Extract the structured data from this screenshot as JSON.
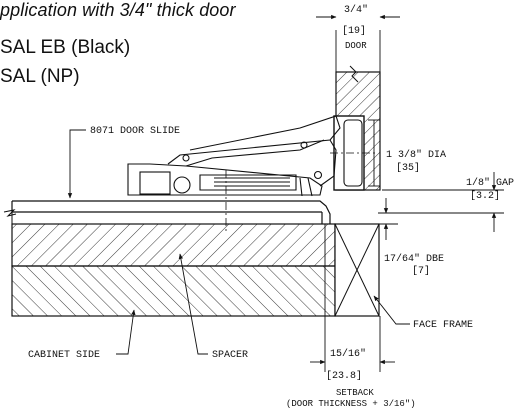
{
  "heading": {
    "title": "pplication with 3/4\" thick door",
    "line2": "SAL EB (Black)",
    "line3": "SAL (NP)"
  },
  "labels": {
    "door_thickness": "3/4\"",
    "door_thickness_mm": "[19]",
    "door": "DOOR",
    "door_slide": "8071 DOOR SLIDE",
    "dia": "1 3/8\" DIA",
    "dia_mm": "[35]",
    "gap": "1/8\" GAP",
    "gap_mm": "[3.2]",
    "dbe": "17/64\" DBE",
    "dbe_mm": "[7]",
    "face_frame": "FACE FRAME",
    "cabinet_side": "CABINET SIDE",
    "spacer": "SPACER",
    "setback": "15/16\"",
    "setback_mm": "[23.8]",
    "setback_title": "SETBACK",
    "setback_formula": "(DOOR THICKNESS + 3/16\")"
  },
  "colors": {
    "ink": "#111111",
    "hatch": "#222222",
    "background": "#ffffff"
  }
}
